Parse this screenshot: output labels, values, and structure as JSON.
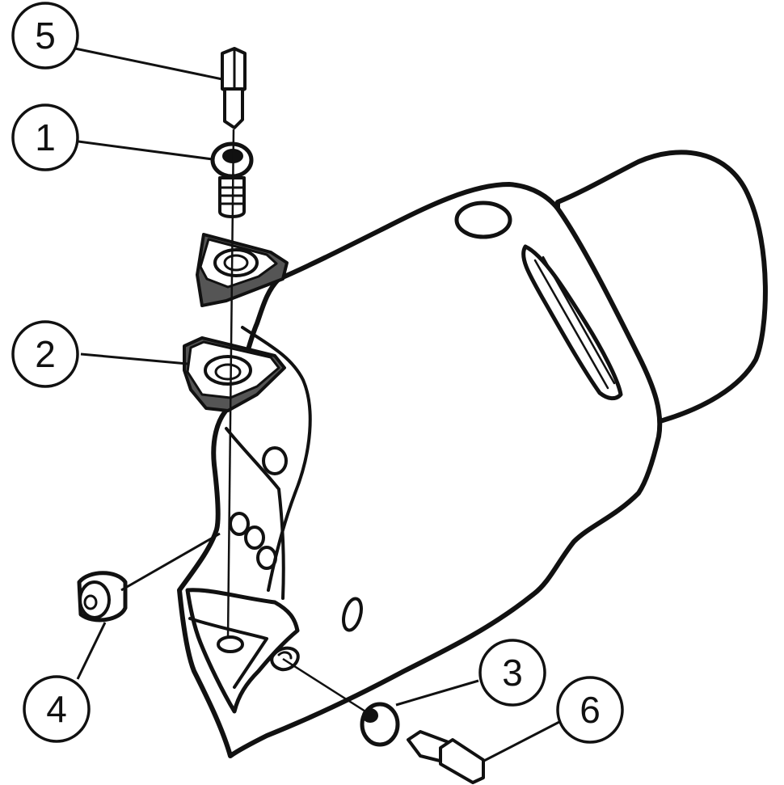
{
  "callouts": [
    {
      "id": "1",
      "label": "1"
    },
    {
      "id": "2",
      "label": "2"
    },
    {
      "id": "3",
      "label": "3"
    },
    {
      "id": "4",
      "label": "4"
    },
    {
      "id": "5",
      "label": "5"
    },
    {
      "id": "6",
      "label": "6"
    }
  ],
  "colors": {
    "line": "#111111",
    "shade": "#555555",
    "paper": "#ffffff"
  }
}
